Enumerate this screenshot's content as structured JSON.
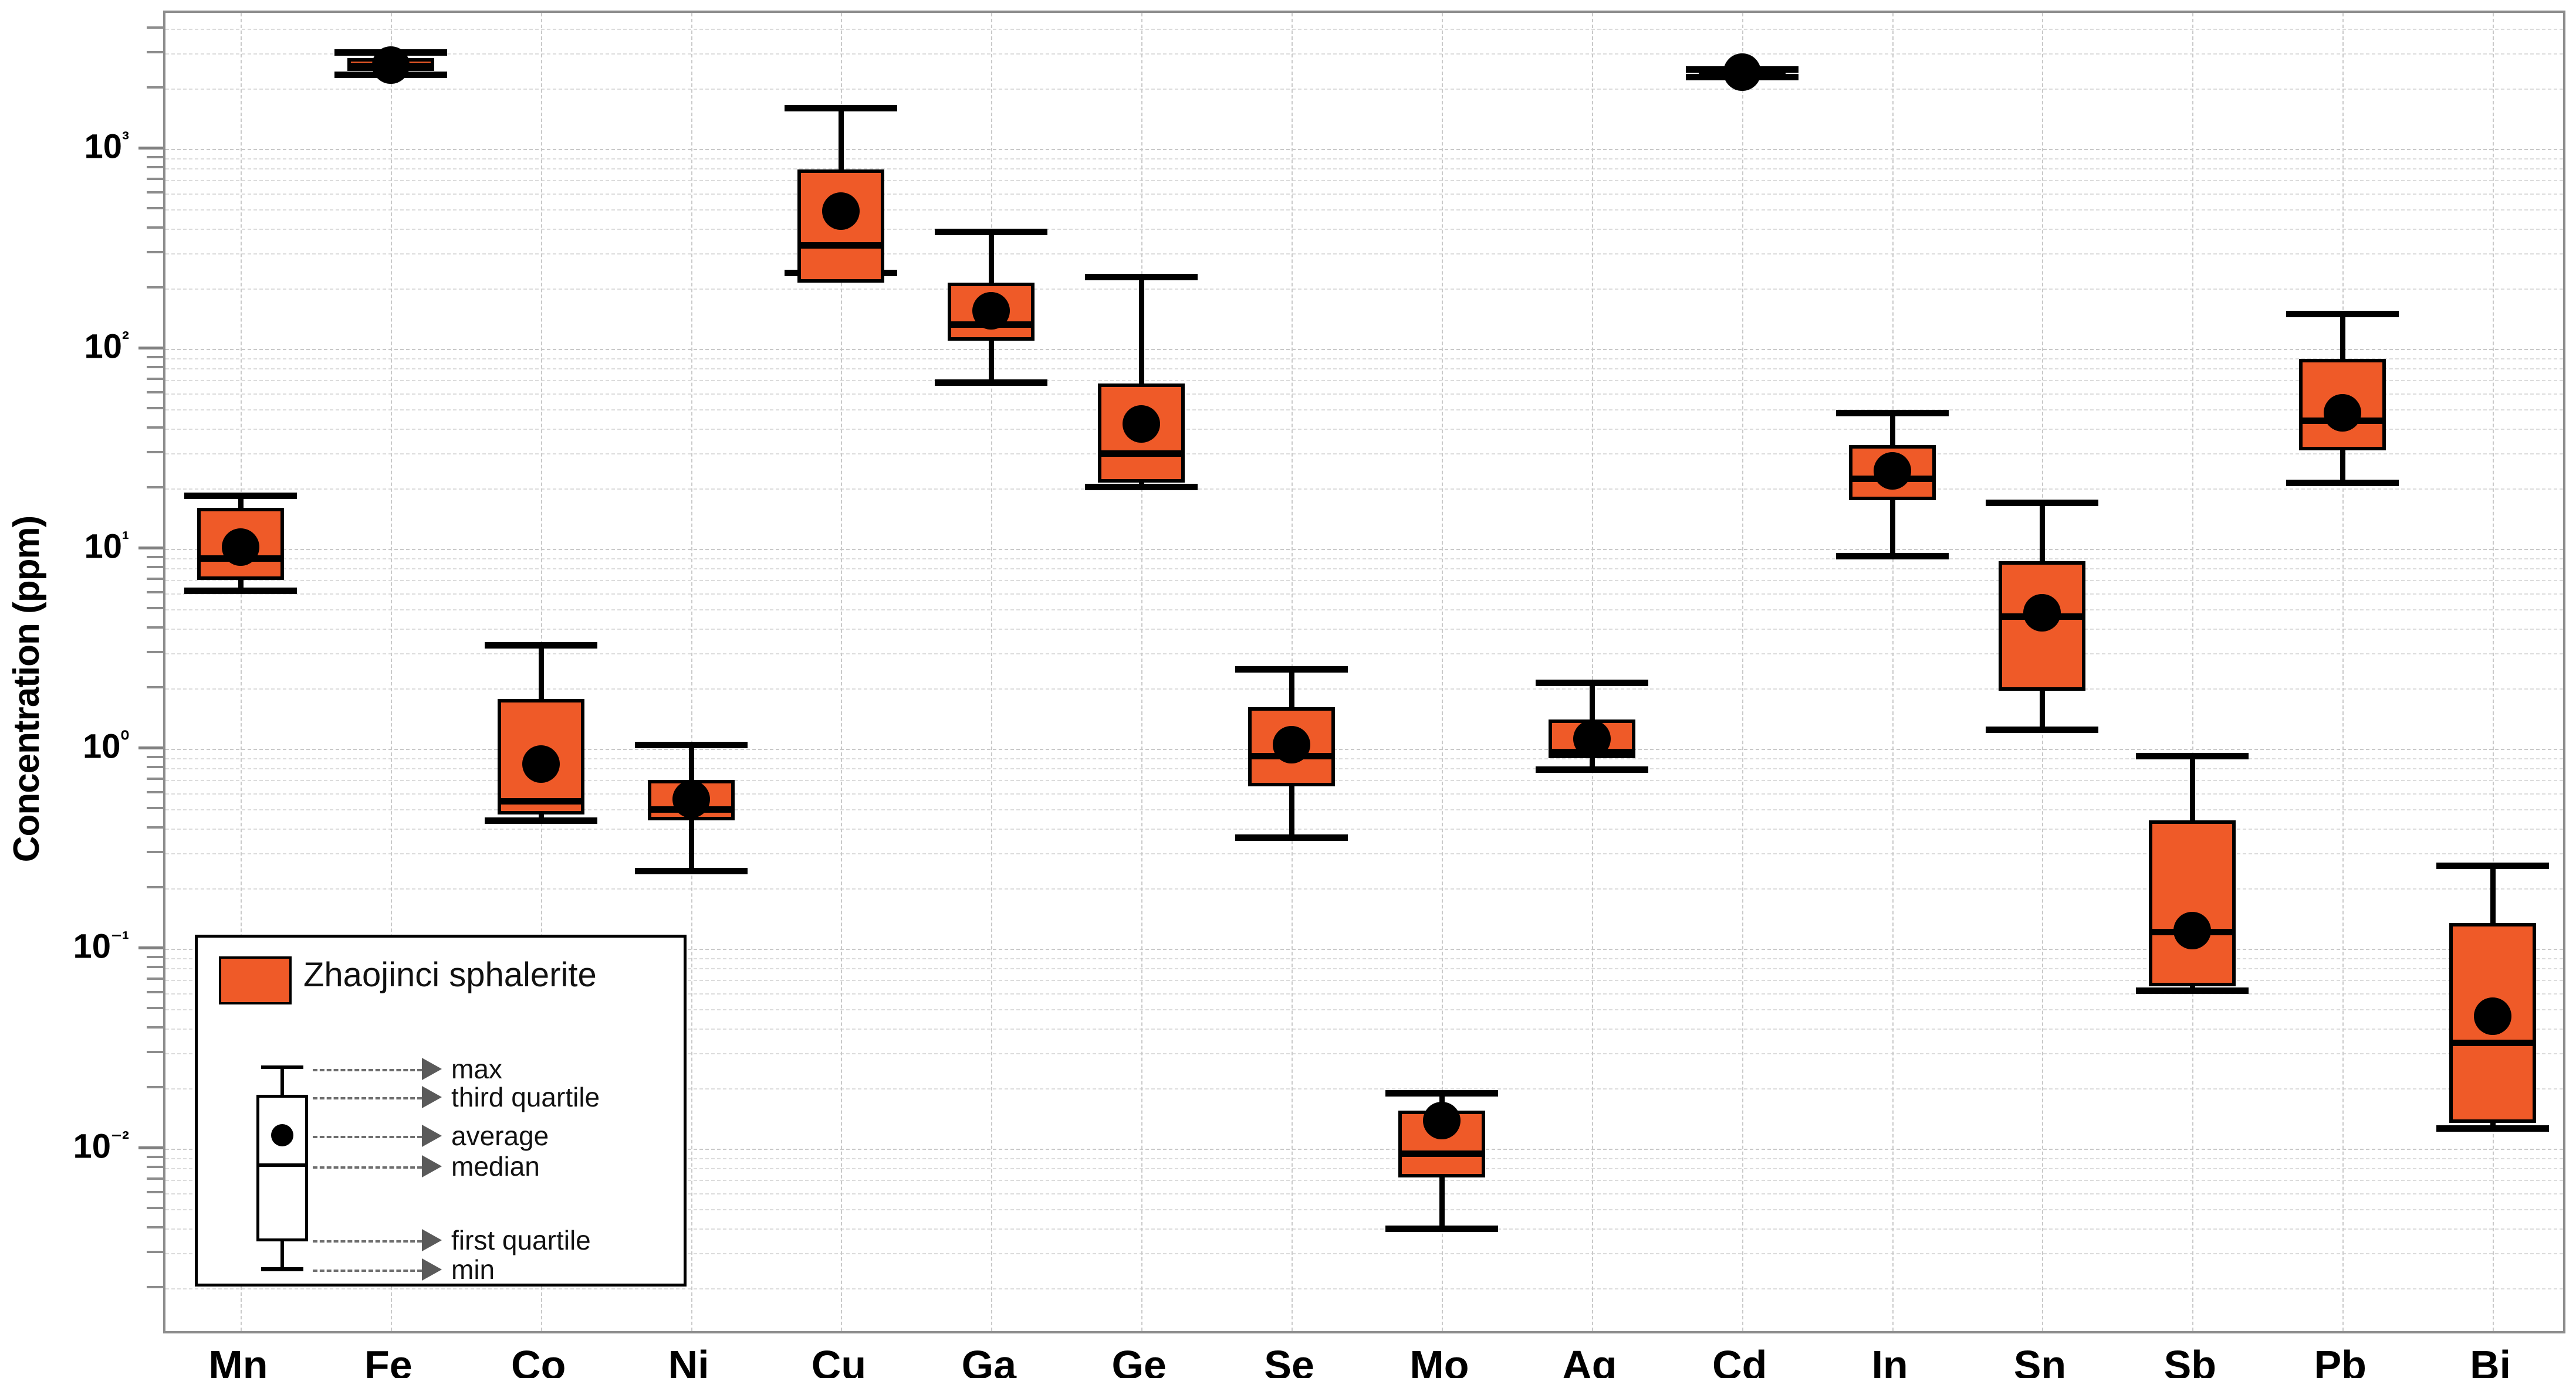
{
  "chart_data": {
    "type": "box",
    "title": "",
    "xlabel": "",
    "ylabel": "Concentration (ppm)",
    "yscale": "log",
    "ylim": [
      0.0032,
      4000
    ],
    "ytick_labels": [
      "10³",
      "10²",
      "10¹",
      "10⁰",
      "10⁻¹",
      "10⁻²"
    ],
    "ytick_values": [
      1000,
      100,
      10,
      1,
      0.1,
      0.01
    ],
    "grid": true,
    "legend_position": "lower-left",
    "categories": [
      "Mn",
      "Fe",
      "Co",
      "Ni",
      "Cu",
      "Ga",
      "Ge",
      "Se",
      "Mo",
      "Ag",
      "Cd",
      "In",
      "Sn",
      "Sb",
      "Pb",
      "Bi"
    ],
    "series_name": "Zhaojinci sphalerite",
    "boxes": [
      {
        "category": "Mn",
        "min": 6.2,
        "q1": 7.0,
        "median": 9.0,
        "average": 10.2,
        "q3": 16.0,
        "max": 18.5
      },
      {
        "category": "Fe",
        "min": 2350,
        "q1": 2450,
        "median": 2600,
        "average": 2620,
        "q3": 2850,
        "max": 3050
      },
      {
        "category": "Co",
        "min": 0.44,
        "q1": 0.47,
        "median": 0.55,
        "average": 0.84,
        "q3": 1.78,
        "max": 3.3
      },
      {
        "category": "Ni",
        "min": 0.245,
        "q1": 0.44,
        "median": 0.5,
        "average": 0.56,
        "q3": 0.7,
        "max": 1.05
      },
      {
        "category": "Cu",
        "min": 240,
        "q1": 215,
        "median": 330,
        "average": 490,
        "q3": 790,
        "max": 1600
      },
      {
        "category": "Ga",
        "min": 68,
        "q1": 110,
        "median": 133,
        "average": 155,
        "q3": 215,
        "max": 385
      },
      {
        "category": "Ge",
        "min": 20.5,
        "q1": 21.5,
        "median": 30,
        "average": 42,
        "q3": 67,
        "max": 230
      },
      {
        "category": "Se",
        "min": 0.36,
        "q1": 0.65,
        "median": 0.92,
        "average": 1.05,
        "q3": 1.62,
        "max": 2.5
      },
      {
        "category": "Mo",
        "min": 0.004,
        "q1": 0.0072,
        "median": 0.0095,
        "average": 0.0138,
        "q3": 0.0155,
        "max": 0.019
      },
      {
        "category": "Ag",
        "min": 0.79,
        "q1": 0.9,
        "median": 0.97,
        "average": 1.12,
        "q3": 1.4,
        "max": 2.15
      },
      {
        "category": "Cd",
        "min": 2300,
        "q1": 2330,
        "median": 2400,
        "average": 2420,
        "q3": 2470,
        "max": 2500
      },
      {
        "category": "In",
        "min": 9.2,
        "q1": 17.5,
        "median": 22.5,
        "average": 24.5,
        "q3": 33,
        "max": 48
      },
      {
        "category": "Sn",
        "min": 1.25,
        "q1": 1.95,
        "median": 4.6,
        "average": 4.8,
        "q3": 8.7,
        "max": 17
      },
      {
        "category": "Sb",
        "min": 0.062,
        "q1": 0.065,
        "median": 0.122,
        "average": 0.123,
        "q3": 0.44,
        "max": 0.92
      },
      {
        "category": "Pb",
        "min": 21.5,
        "q1": 31,
        "median": 44,
        "average": 48,
        "q3": 89,
        "max": 150
      },
      {
        "category": "Bi",
        "min": 0.0127,
        "q1": 0.0135,
        "median": 0.034,
        "average": 0.046,
        "q3": 0.135,
        "max": 0.26
      }
    ]
  },
  "legend": {
    "series_label": "Zhaojinci sphalerite",
    "annotations": [
      "max",
      "third quartile",
      "average",
      "median",
      "first quartile",
      "min"
    ]
  },
  "colors": {
    "box_fill": "#ef5a28",
    "outline": "#000000",
    "grid": "#c9c9c9",
    "frame": "#8d8d8d"
  }
}
